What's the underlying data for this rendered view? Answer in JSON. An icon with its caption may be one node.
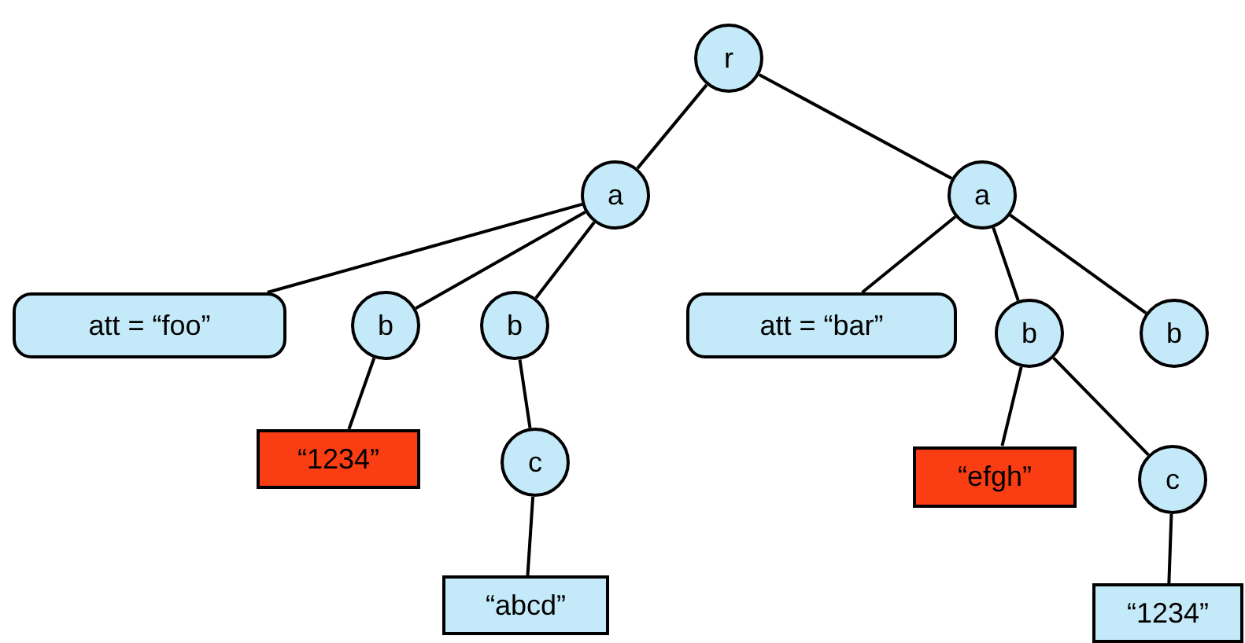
{
  "diagram": {
    "nodes": [
      {
        "text": [
          "r"
        ]
      },
      {
        "text": [
          "a"
        ]
      },
      {
        "text": [
          "a"
        ]
      },
      {
        "text": [
          "att = “foo”"
        ]
      },
      {
        "text": [
          "b"
        ]
      },
      {
        "text": [
          "b"
        ]
      },
      {
        "text": [
          "“1234”"
        ]
      },
      {
        "text": [
          "c"
        ]
      },
      {
        "text": [
          "“abcd”"
        ]
      },
      {
        "text": [
          "att = “bar”"
        ]
      },
      {
        "text": [
          "b"
        ]
      },
      {
        "text": [
          "b"
        ]
      },
      {
        "text": [
          "“efgh”"
        ]
      },
      {
        "text": [
          "c"
        ]
      },
      {
        "text": [
          "“1234”"
        ]
      }
    ],
    "edges": [
      {
        "from": 0,
        "to": 1,
        "arrow": "none"
      },
      {
        "from": 0,
        "to": 2,
        "arrow": "none"
      },
      {
        "from": 1,
        "to": 3,
        "arrow": "none"
      },
      {
        "from": 1,
        "to": 4,
        "arrow": "none"
      },
      {
        "from": 1,
        "to": 5,
        "arrow": "none"
      },
      {
        "from": 4,
        "to": 6,
        "arrow": "none"
      },
      {
        "from": 5,
        "to": 7,
        "arrow": "none"
      },
      {
        "from": 7,
        "to": 8,
        "arrow": "none"
      },
      {
        "from": 2,
        "to": 9,
        "arrow": "none"
      },
      {
        "from": 2,
        "to": 10,
        "arrow": "none"
      },
      {
        "from": 2,
        "to": 11,
        "arrow": "none"
      },
      {
        "from": 10,
        "to": 12,
        "arrow": "none"
      },
      {
        "from": 10,
        "to": 13,
        "arrow": "none"
      },
      {
        "from": 13,
        "to": 14,
        "arrow": "none"
      }
    ]
  }
}
